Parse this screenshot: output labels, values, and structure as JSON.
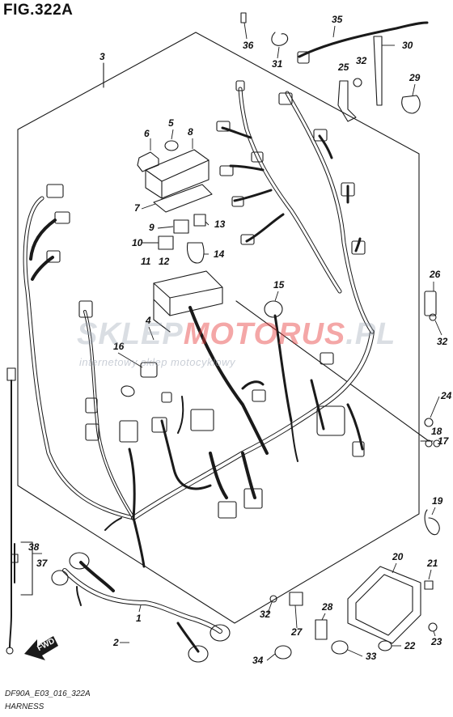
{
  "title": "FIG.322A",
  "footer_code": "DF90A_E03_016_322A",
  "footer_name": "HARNESS",
  "watermark": {
    "brand_gray": "SKLEP",
    "brand_red": "MOTORUS",
    "brand_tail": ".PL",
    "tagline": "internetowy sklep motocyklowy"
  },
  "fwd_label": "FWD",
  "parts": [
    {
      "id": "p3",
      "label": "3"
    },
    {
      "id": "p36",
      "label": "36"
    },
    {
      "id": "p31",
      "label": "31"
    },
    {
      "id": "p35",
      "label": "35"
    },
    {
      "id": "p30",
      "label": "30"
    },
    {
      "id": "p25",
      "label": "25"
    },
    {
      "id": "p32a",
      "label": "32"
    },
    {
      "id": "p29",
      "label": "29"
    },
    {
      "id": "p6",
      "label": "6"
    },
    {
      "id": "p5",
      "label": "5"
    },
    {
      "id": "p8",
      "label": "8"
    },
    {
      "id": "p7",
      "label": "7"
    },
    {
      "id": "p9",
      "label": "9"
    },
    {
      "id": "p13",
      "label": "13"
    },
    {
      "id": "p10",
      "label": "10"
    },
    {
      "id": "p11",
      "label": "11"
    },
    {
      "id": "p12",
      "label": "12"
    },
    {
      "id": "p14",
      "label": "14"
    },
    {
      "id": "p15",
      "label": "15"
    },
    {
      "id": "p4",
      "label": "4"
    },
    {
      "id": "p16",
      "label": "16"
    },
    {
      "id": "p26",
      "label": "26"
    },
    {
      "id": "p32b",
      "label": "32"
    },
    {
      "id": "p24",
      "label": "24"
    },
    {
      "id": "p18",
      "label": "18"
    },
    {
      "id": "p17",
      "label": "17"
    },
    {
      "id": "p19",
      "label": "19"
    },
    {
      "id": "p38",
      "label": "38"
    },
    {
      "id": "p37",
      "label": "37"
    },
    {
      "id": "p1",
      "label": "1"
    },
    {
      "id": "p2",
      "label": "2"
    },
    {
      "id": "p20",
      "label": "20"
    },
    {
      "id": "p21",
      "label": "21"
    },
    {
      "id": "p28",
      "label": "28"
    },
    {
      "id": "p32c",
      "label": "32"
    },
    {
      "id": "p27",
      "label": "27"
    },
    {
      "id": "p22",
      "label": "22"
    },
    {
      "id": "p23",
      "label": "23"
    },
    {
      "id": "p34",
      "label": "34"
    },
    {
      "id": "p33",
      "label": "33"
    }
  ]
}
